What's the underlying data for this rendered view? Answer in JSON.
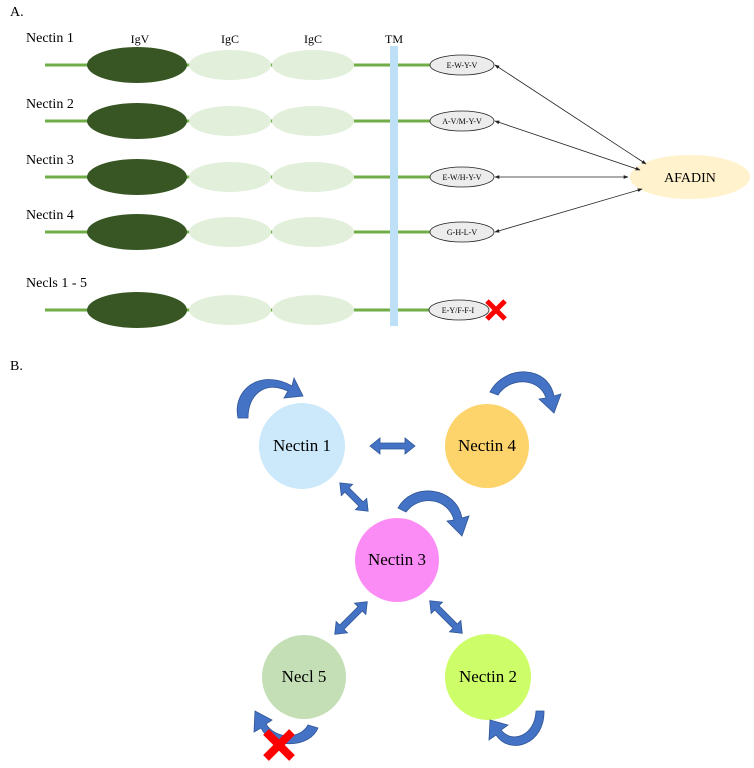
{
  "panel_a": {
    "label": "A.",
    "domain_headers": {
      "igv": "IgV",
      "igc1": "IgC",
      "igc2": "IgC",
      "tm": "TM"
    },
    "rows": [
      {
        "name": "Nectin 1",
        "motif": "E-W-Y-V",
        "binds_afadin": true
      },
      {
        "name": "Nectin 2",
        "motif": "A-V/M-Y-V",
        "binds_afadin": true
      },
      {
        "name": "Nectin 3",
        "motif": "E-W/H-Y-V",
        "binds_afadin": true
      },
      {
        "name": "Nectin 4",
        "motif": "G-H-L-V",
        "binds_afadin": true
      },
      {
        "name": "Necls 1 - 5",
        "motif": "E-Y/F-F-I",
        "binds_afadin": false
      }
    ],
    "afadin_label": "AFADIN"
  },
  "panel_b": {
    "label": "B.",
    "nodes": {
      "nectin1": {
        "label": "Nectin 1",
        "color": "#cbe9fb"
      },
      "nectin4": {
        "label": "Nectin 4",
        "color": "#fdd36b"
      },
      "nectin3": {
        "label": "Nectin 3",
        "color": "#fb8cf5"
      },
      "necl5": {
        "label": "Necl 5",
        "color": "#c4dfb6"
      },
      "nectin2": {
        "label": "Nectin 2",
        "color": "#cdfd68"
      }
    }
  },
  "colors": {
    "stalk": "#70ad47",
    "igv": "#375623",
    "igc": "#e2efda",
    "membrane": "#bde0f7",
    "motif_fill": "#ececec",
    "afadin": "#fff2cc",
    "arrow": "#4472c4",
    "cross": "#ff0000"
  }
}
